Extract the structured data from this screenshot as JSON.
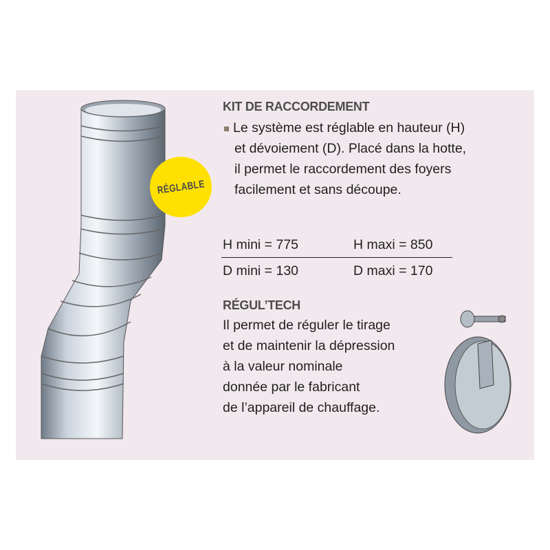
{
  "badge": "RÉGLABLE",
  "kit": {
    "title": "KIT DE RACCORDEMENT",
    "lines": [
      "Le système est réglable en hauteur (H)",
      "et dévoiement (D). Placé dans la hotte,",
      "il permet le raccordement des foyers",
      "facilement et sans découpe."
    ]
  },
  "dimensions": {
    "h_mini": "H mini = 775",
    "h_maxi": "H maxi = 850",
    "d_mini": "D mini = 130",
    "d_maxi": "D maxi = 170"
  },
  "regul": {
    "title": "RÉGUL’TECH",
    "lines": [
      "Il permet de réguler le tirage",
      "et de maintenir la dépression",
      "à la valeur nominale",
      "donnée par le fabricant",
      "de l’appareil de chauffage."
    ]
  },
  "colors": {
    "panel": "#f2e9ee",
    "badge": "#ffe000"
  }
}
